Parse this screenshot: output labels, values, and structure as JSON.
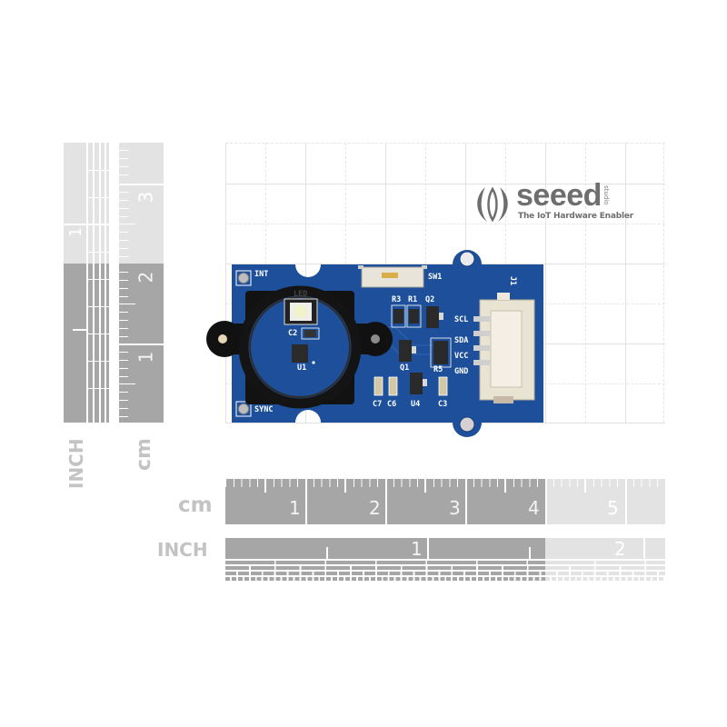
{
  "image": {
    "subject": "Grove module PCB shown on a measurement grid with rulers",
    "board": {
      "color": "#1d4f9a",
      "silkscreen_labels": [
        "INT",
        "SYNC",
        "LED",
        "C2",
        "U1",
        "SW1",
        "R3",
        "R1",
        "Q2",
        "SCL",
        "SDA",
        "VCC",
        "GND",
        "Q1",
        "R5",
        "C7",
        "C6",
        "U4",
        "C3",
        "J1"
      ]
    }
  },
  "logo": {
    "brand": "seeed",
    "sub": "studio",
    "tagline": "The IoT Hardware Enabler",
    "color": "#6e6e6e"
  },
  "rulers": {
    "bottom_cm": {
      "unit": "cm",
      "labels": [
        "1",
        "2",
        "3",
        "4",
        "5"
      ]
    },
    "bottom_inch": {
      "unit": "INCH",
      "labels": [
        "1",
        "2"
      ]
    },
    "left_cm": {
      "unit": "cm",
      "labels": [
        "3",
        "2",
        "1"
      ]
    },
    "left_inch": {
      "unit": "INCH",
      "labels": [
        "1"
      ]
    },
    "colors": {
      "dark": "#a6a6a6",
      "light": "#e3e3e3",
      "text": "#c3c3c3"
    }
  }
}
